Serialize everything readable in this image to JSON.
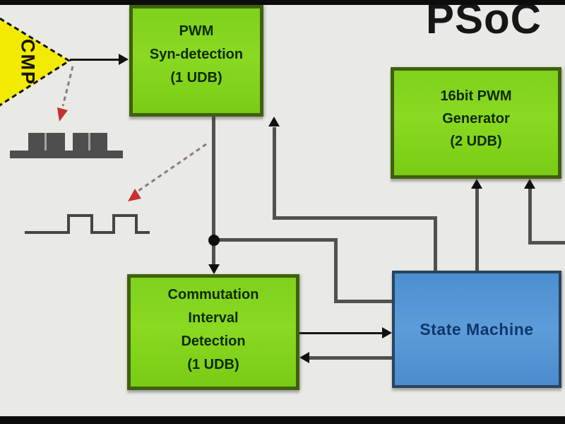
{
  "title": "PSoC",
  "blocks": {
    "comparator": {
      "label": "CMP"
    },
    "pwm_syn": {
      "lines": [
        "PWM",
        "Syn-detection",
        "(1 UDB)"
      ]
    },
    "pwm_gen": {
      "lines": [
        "16bit PWM",
        "Generator",
        "(2 UDB)"
      ]
    },
    "commutation": {
      "lines": [
        "Commutation",
        "Interval",
        "Detection",
        "(1 UDB)"
      ]
    },
    "state_machine": {
      "label": "State Machine"
    }
  },
  "icons": {
    "comparator_triangle": "right-pointing dashed yellow triangle",
    "pwm_burst_waveform": "filled PWM pulse sketch",
    "square_wave_waveform": "square wave outline sketch",
    "annotation_arrows": "red dashed pointer arrows"
  },
  "colors": {
    "background": "#e9e9e6",
    "block_green": "#80d41e",
    "block_green_border": "#3f610c",
    "block_blue": "#5c9cd9",
    "block_blue_border": "#27455e",
    "comparator_yellow": "#f2ea00",
    "wire_gray": "#515151",
    "wire_black": "#161616",
    "annotation_red": "#c53030"
  }
}
